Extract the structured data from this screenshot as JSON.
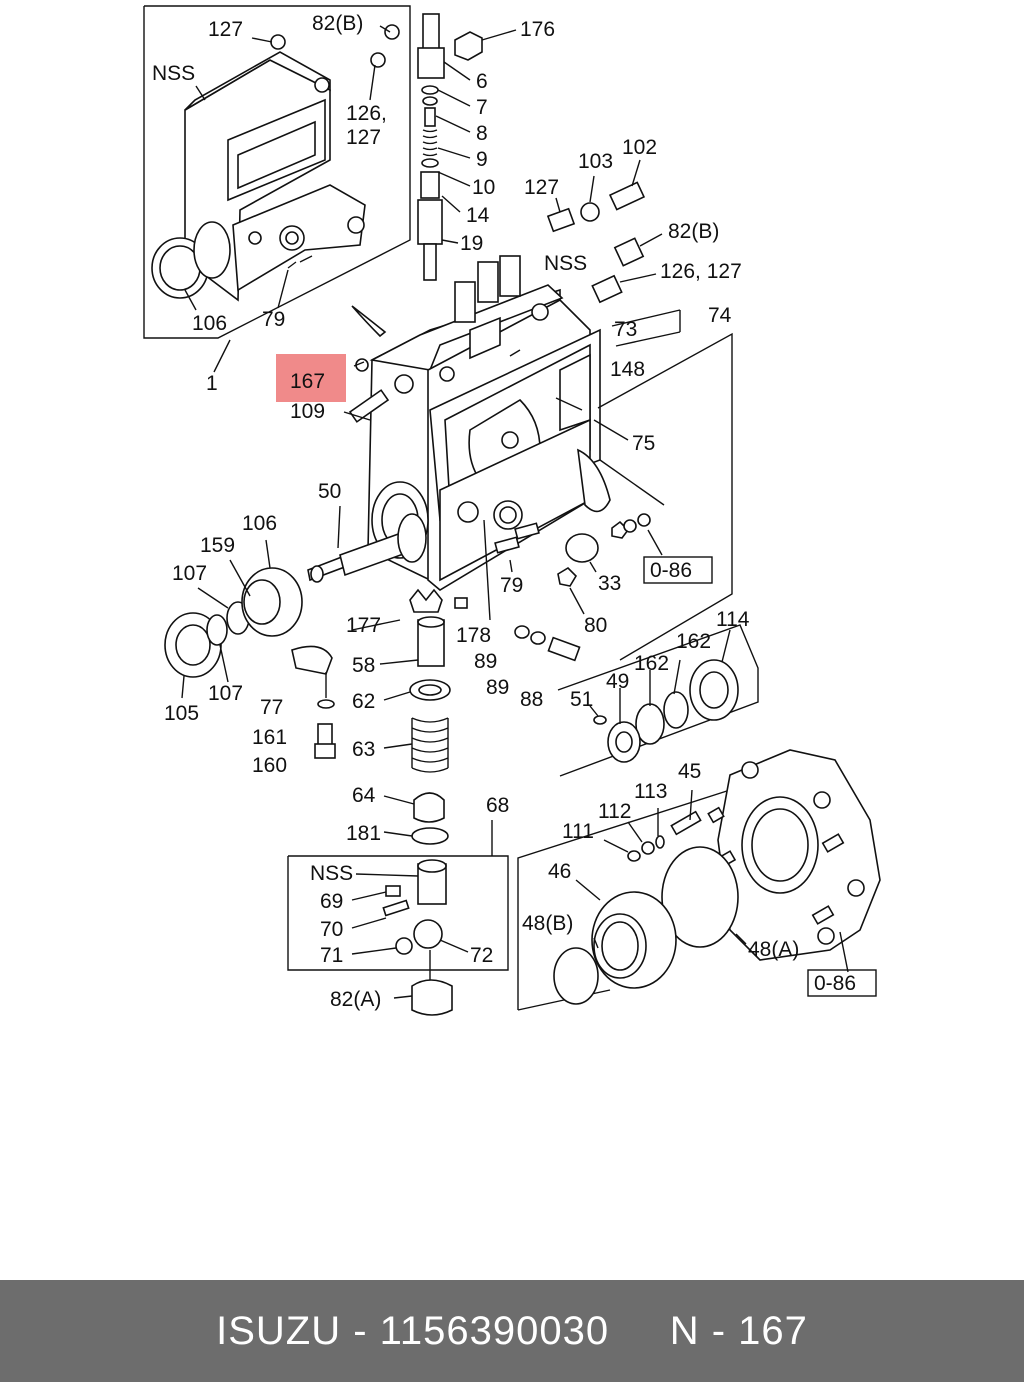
{
  "diagram": {
    "labels": {
      "l127a": "127",
      "l82b_top": "82(B)",
      "l176": "176",
      "lNSS_top": "NSS",
      "l6": "6",
      "l7": "7",
      "l8": "8",
      "l9": "9",
      "l10": "10",
      "l14": "14",
      "l19": "19",
      "l126a": "126,",
      "l127b": "127",
      "l103": "103",
      "l102": "102",
      "l127c": "127",
      "l82b_mid": "82(B)",
      "lNSS_mid": "NSS",
      "l126_127": "126, 127",
      "l106a": "106",
      "l79a": "79",
      "l1": "1",
      "l73": "73",
      "l74": "74",
      "l167": "167",
      "l148": "148",
      "l109": "109",
      "l75": "75",
      "l50": "50",
      "l106b": "106",
      "l159": "159",
      "l107a": "107",
      "l79b": "79",
      "l33": "33",
      "l086a": "0-86",
      "l80": "80",
      "l177": "177",
      "l178": "178",
      "l105": "105",
      "l107b": "107",
      "l58": "58",
      "l89a": "89",
      "l89b": "89",
      "l88": "88",
      "l77": "77",
      "l62": "62",
      "l161": "161",
      "l63": "63",
      "l160": "160",
      "l114": "114",
      "l162a": "162",
      "l162b": "162",
      "l49": "49",
      "l51": "51",
      "l64": "64",
      "l68": "68",
      "l45": "45",
      "l113": "113",
      "l112": "112",
      "l181": "181",
      "l111": "111",
      "lNSS_low": "NSS",
      "l69": "69",
      "l46": "46",
      "l70": "70",
      "l48b": "48(B)",
      "l71": "71",
      "l72": "72",
      "l48a": "48(A)",
      "l82a": "82(A)",
      "l086b": "0-86"
    }
  },
  "highlight": {
    "color": "#f08a8a"
  },
  "footer": {
    "text": "ISUZU - 1156390030     N - 167"
  }
}
